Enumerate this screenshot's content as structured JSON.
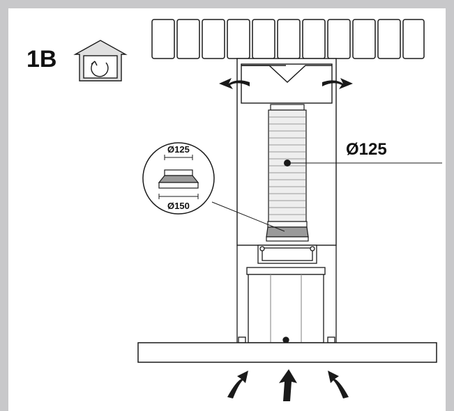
{
  "step": {
    "label": "1B",
    "icon": "recirculation-house-icon"
  },
  "duct": {
    "diameter_label": "Ø125"
  },
  "detail": {
    "top_diameter_label": "Ø125",
    "bottom_diameter_label": "Ø150"
  },
  "colors": {
    "frame": "#c8c8ca",
    "line": "#1a1a1a",
    "collar": "#9a9a9a",
    "hose": "#e8e8e8"
  }
}
